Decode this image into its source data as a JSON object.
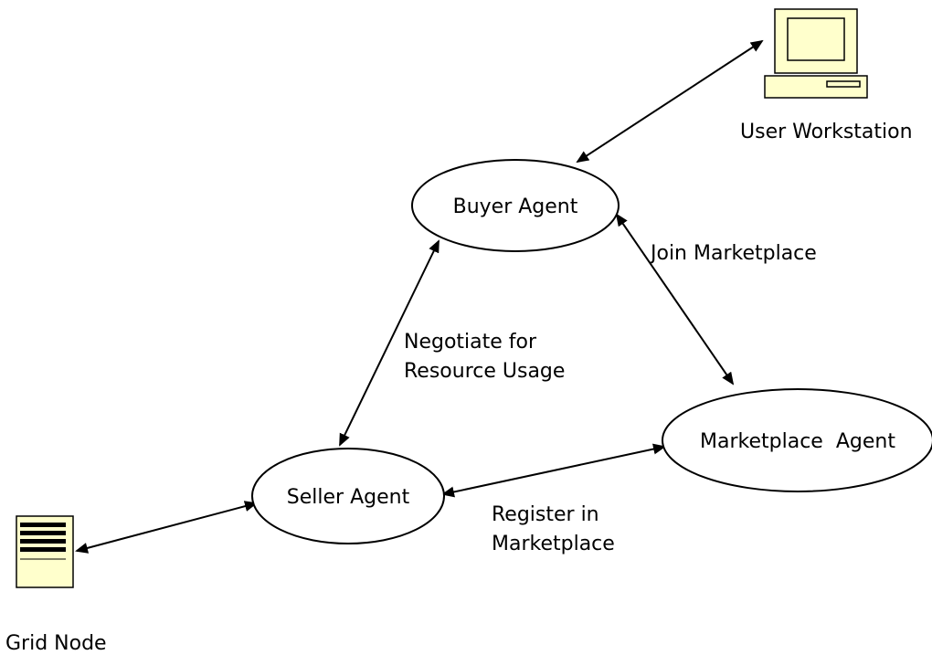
{
  "nodes": {
    "buyer": "Buyer Agent",
    "seller": "Seller Agent",
    "marketplace": "Marketplace  Agent",
    "workstation": "User Workstation",
    "grid_node": "Grid Node"
  },
  "edges": {
    "join_marketplace": "Join Marketplace",
    "negotiate_line1": "Negotiate for",
    "negotiate_line2": "Resource Usage",
    "register_line1": "Register in",
    "register_line2": "Marketplace"
  },
  "colors": {
    "icon_fill": "#ffffcc",
    "line": "#000000"
  },
  "icons": {
    "workstation": "computer-workstation-icon",
    "grid_node": "server-tower-icon"
  }
}
